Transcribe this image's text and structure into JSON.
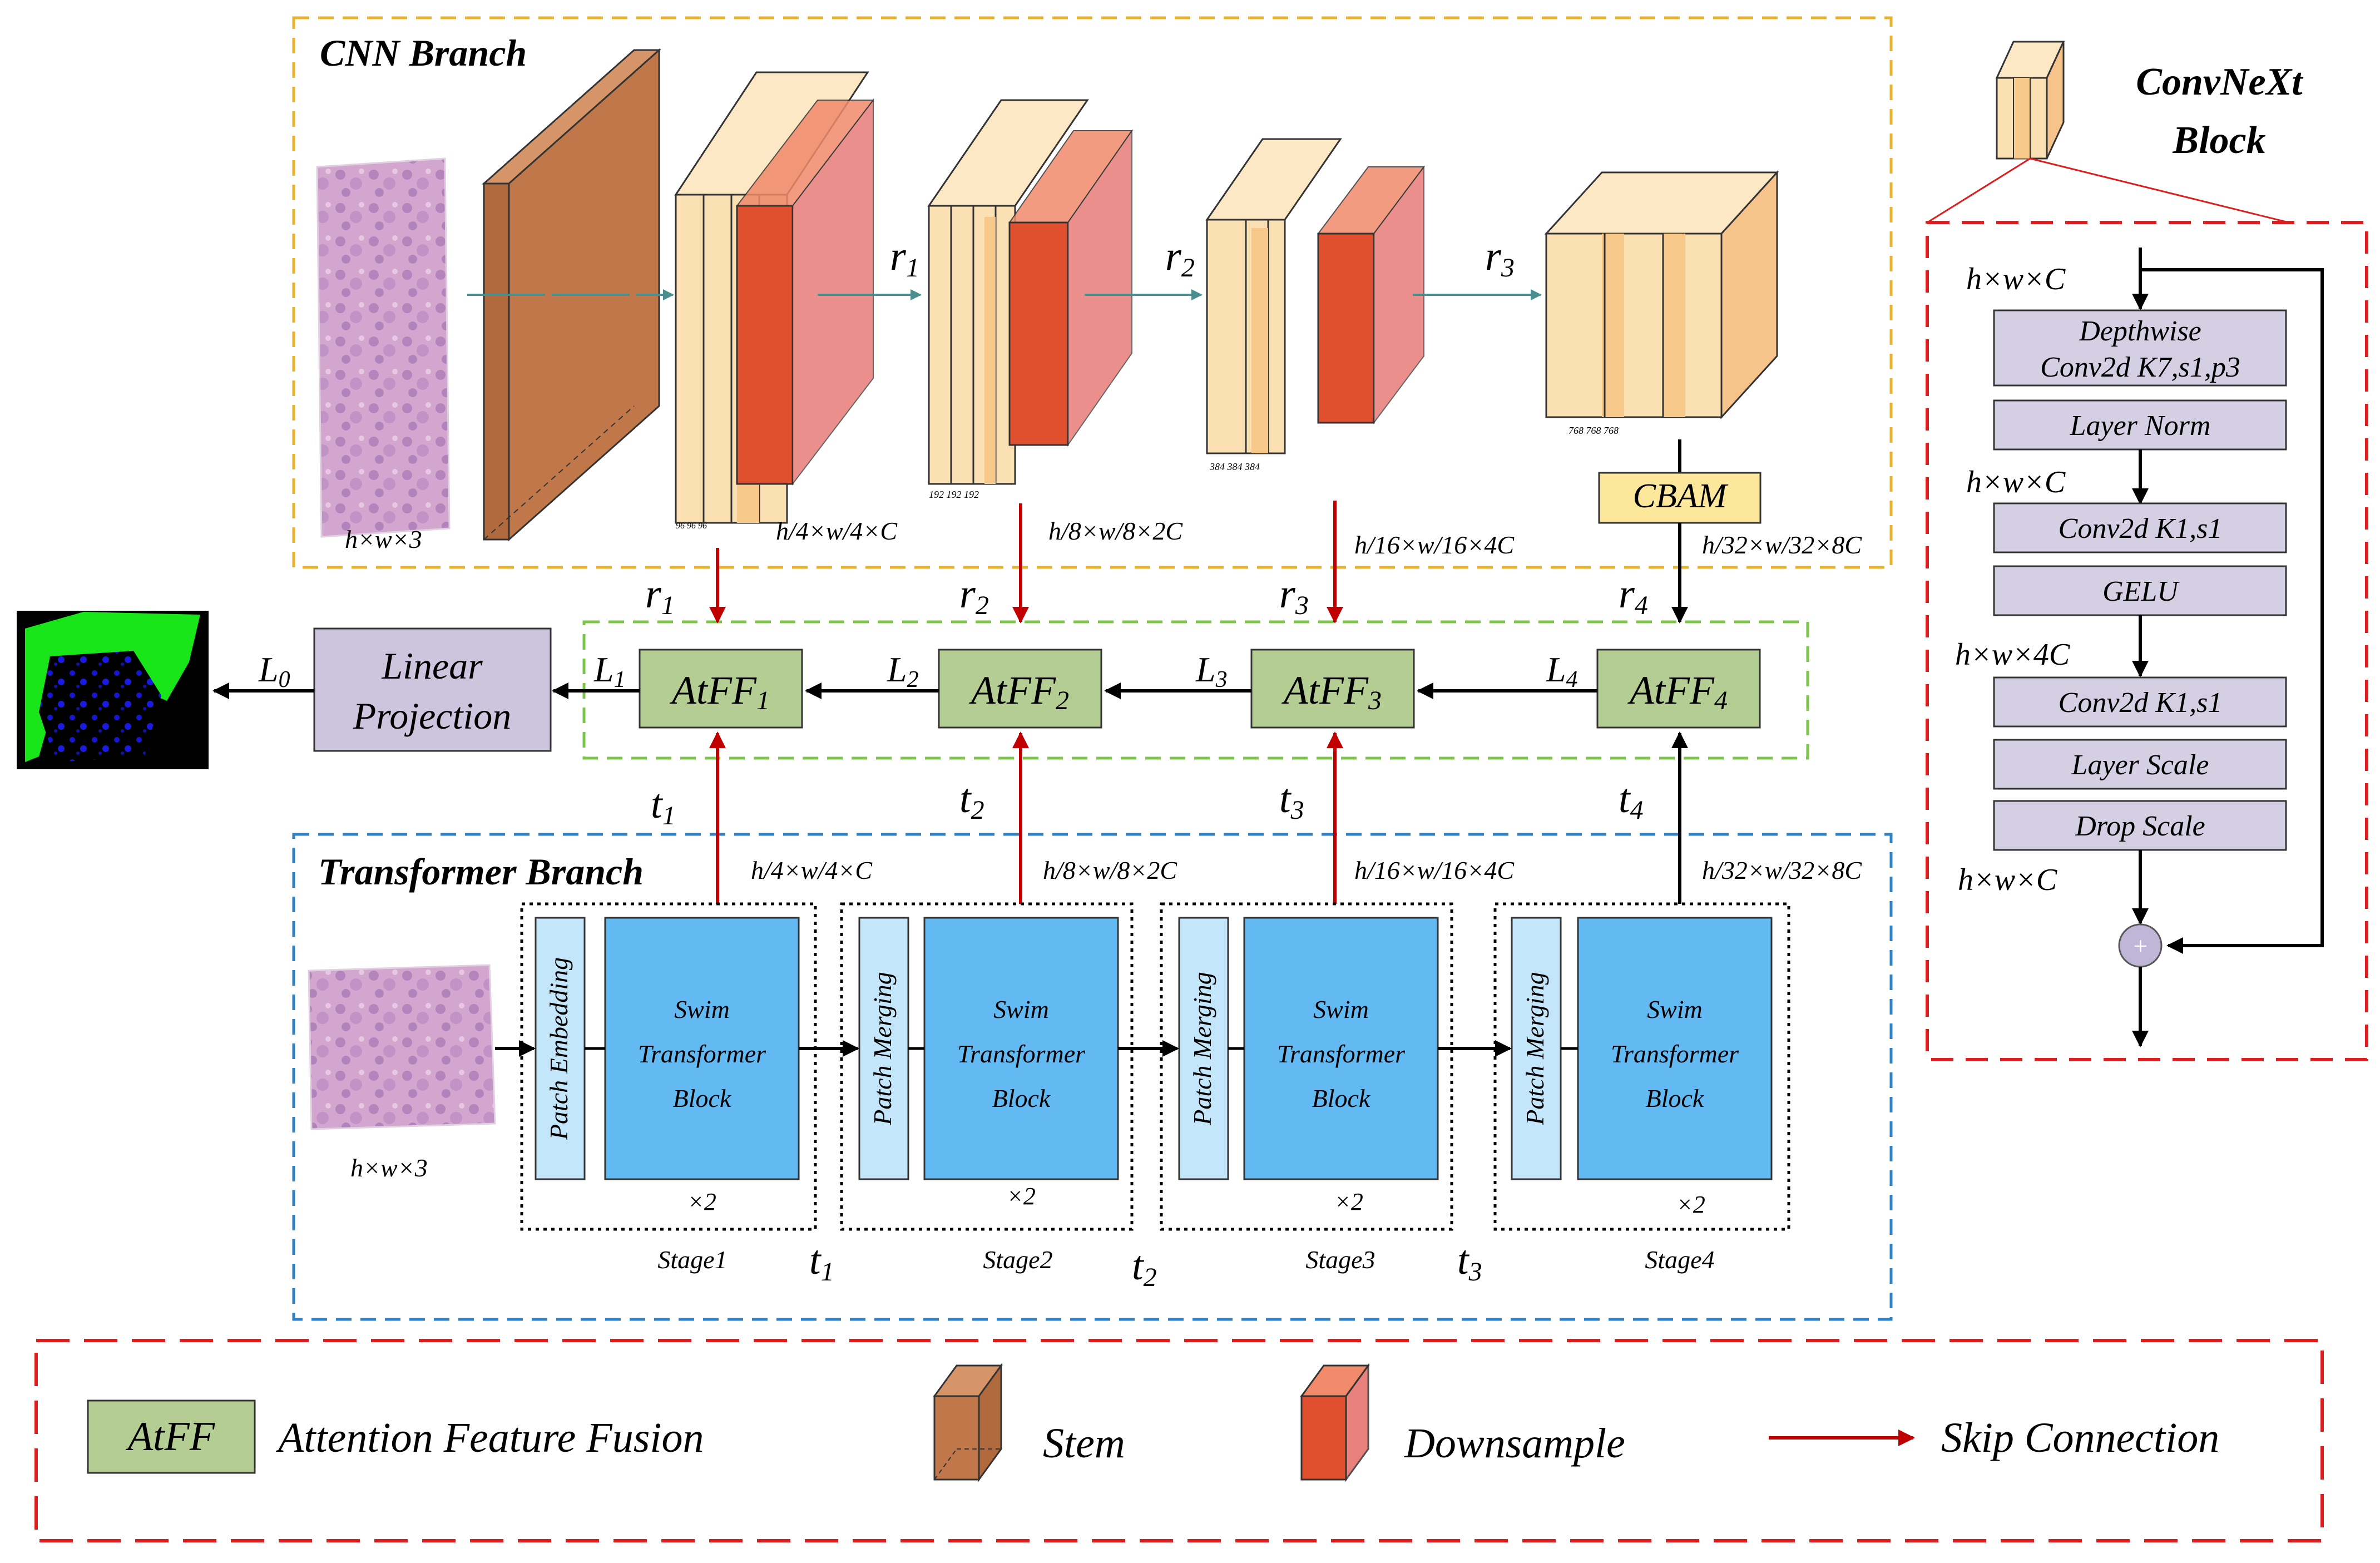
{
  "cnn": {
    "title": "CNN Branch",
    "input_dim": "h×w×3",
    "r1": "r",
    "r1_sub": "1",
    "r2": "r",
    "r2_sub": "2",
    "r3": "r",
    "r3_sub": "3",
    "dim1": "h/4×w/4×C",
    "dim2": "h/8×w/8×2C",
    "dim3": "h/16×w/16×4C",
    "dim4": "h/32×w/32×8C",
    "cbam": "CBAM",
    "tiny1": "96 96 96",
    "tiny2": "192 192 192",
    "tiny3": "384 384 384",
    "tiny4": "768 768 768"
  },
  "fusion": {
    "r_labels": [
      {
        "main": "r",
        "sub": "1"
      },
      {
        "main": "r",
        "sub": "2"
      },
      {
        "main": "r",
        "sub": "3"
      },
      {
        "main": "r",
        "sub": "4"
      }
    ],
    "t_labels": [
      {
        "main": "t",
        "sub": "1"
      },
      {
        "main": "t",
        "sub": "2"
      },
      {
        "main": "t",
        "sub": "3"
      },
      {
        "main": "t",
        "sub": "4"
      }
    ],
    "l_labels": [
      {
        "main": "L",
        "sub": "1"
      },
      {
        "main": "L",
        "sub": "2"
      },
      {
        "main": "L",
        "sub": "3"
      },
      {
        "main": "L",
        "sub": "4"
      }
    ],
    "atff": [
      {
        "main": "AtFF",
        "sub": "1"
      },
      {
        "main": "AtFF",
        "sub": "2"
      },
      {
        "main": "AtFF",
        "sub": "3"
      },
      {
        "main": "AtFF",
        "sub": "4"
      }
    ],
    "linear_line1": "Linear",
    "linear_line2": "Projection",
    "l0_main": "L",
    "l0_sub": "0"
  },
  "transformer": {
    "title": "Transformer Branch",
    "input_dim": "h×w×3",
    "dims": [
      "h/4×w/4×C",
      "h/8×w/8×2C",
      "h/16×w/16×4C",
      "h/32×w/32×8C"
    ],
    "patch_labels": [
      "Patch Embedding",
      "Patch Merging",
      "Patch Merging",
      "Patch Merging"
    ],
    "swin_line1": "Swim",
    "swin_line2": "Transformer",
    "swin_line3": "Block",
    "repeat": "×2",
    "stages": [
      "Stage1",
      "Stage2",
      "Stage3",
      "Stage4"
    ],
    "between": [
      {
        "main": "t",
        "sub": "1"
      },
      {
        "main": "t",
        "sub": "2"
      },
      {
        "main": "t",
        "sub": "3"
      }
    ]
  },
  "convnext": {
    "title_line1": "ConvNeXt",
    "title_line2": "Block",
    "dim_a": "h×w×C",
    "dim_b": "h×w×C",
    "dim_c": "h×w×4C",
    "dim_d": "h×w×C",
    "layers": [
      "Depthwise",
      "Conv2d K7,s1,p3",
      "Layer Norm",
      "Conv2d K1,s1",
      "GELU",
      "Conv2d K1,s1",
      "Layer Scale",
      "Drop Scale"
    ],
    "plus": "+"
  },
  "legend": {
    "atff_box": "AtFF",
    "atff_text": "Attention Feature Fusion",
    "stem": "Stem",
    "downsample": "Downsample",
    "skip": "Skip Connection"
  },
  "colors": {
    "atff_fill": "#b4cd93",
    "linear_fill": "#cdc5dd",
    "swin_fill": "#63b9f2",
    "patch_fill": "#c4e6fa",
    "cbam_fill": "#fde79a",
    "stem_fill": "#c0784a",
    "down_fill": "#e1502e",
    "cube_light": "#fbe0b4",
    "red_arrow": "#c00000",
    "cnn_border": "#e8b22a",
    "trans_border": "#2e82c4",
    "fusion_border": "#7dc44a",
    "convnext_border": "#dc1e1e"
  }
}
